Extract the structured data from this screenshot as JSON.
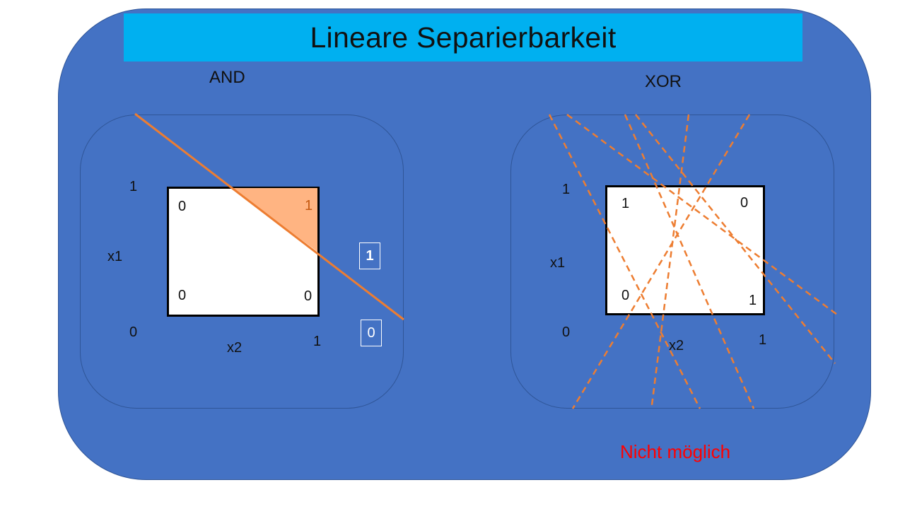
{
  "title": "Lineare Separierbarkeit",
  "and_panel": {
    "heading": "AND",
    "axis_x1": "x1",
    "axis_x2": "x2",
    "tick_x1_1": "1",
    "tick_origin_0": "0",
    "tick_x2_1": "1",
    "cells": {
      "top_left": "0",
      "top_right": "1",
      "bottom_left": "0",
      "bottom_right": "0"
    },
    "class_one": "1",
    "class_zero": "0"
  },
  "xor_panel": {
    "heading": "XOR",
    "axis_x1": "x1",
    "axis_x2": "x2",
    "tick_x1_1": "1",
    "tick_origin_0": "0",
    "tick_x2_1": "1",
    "cells": {
      "top_left": "1",
      "top_right": "0",
      "bottom_left": "0",
      "bottom_right": "1"
    },
    "note": "Nicht möglich"
  },
  "colors": {
    "background": "#4472c4",
    "title_bar": "#00b0f0",
    "separator_line": "#ed7d31",
    "positive_region": "#ffb482",
    "note": "#ff0000"
  }
}
